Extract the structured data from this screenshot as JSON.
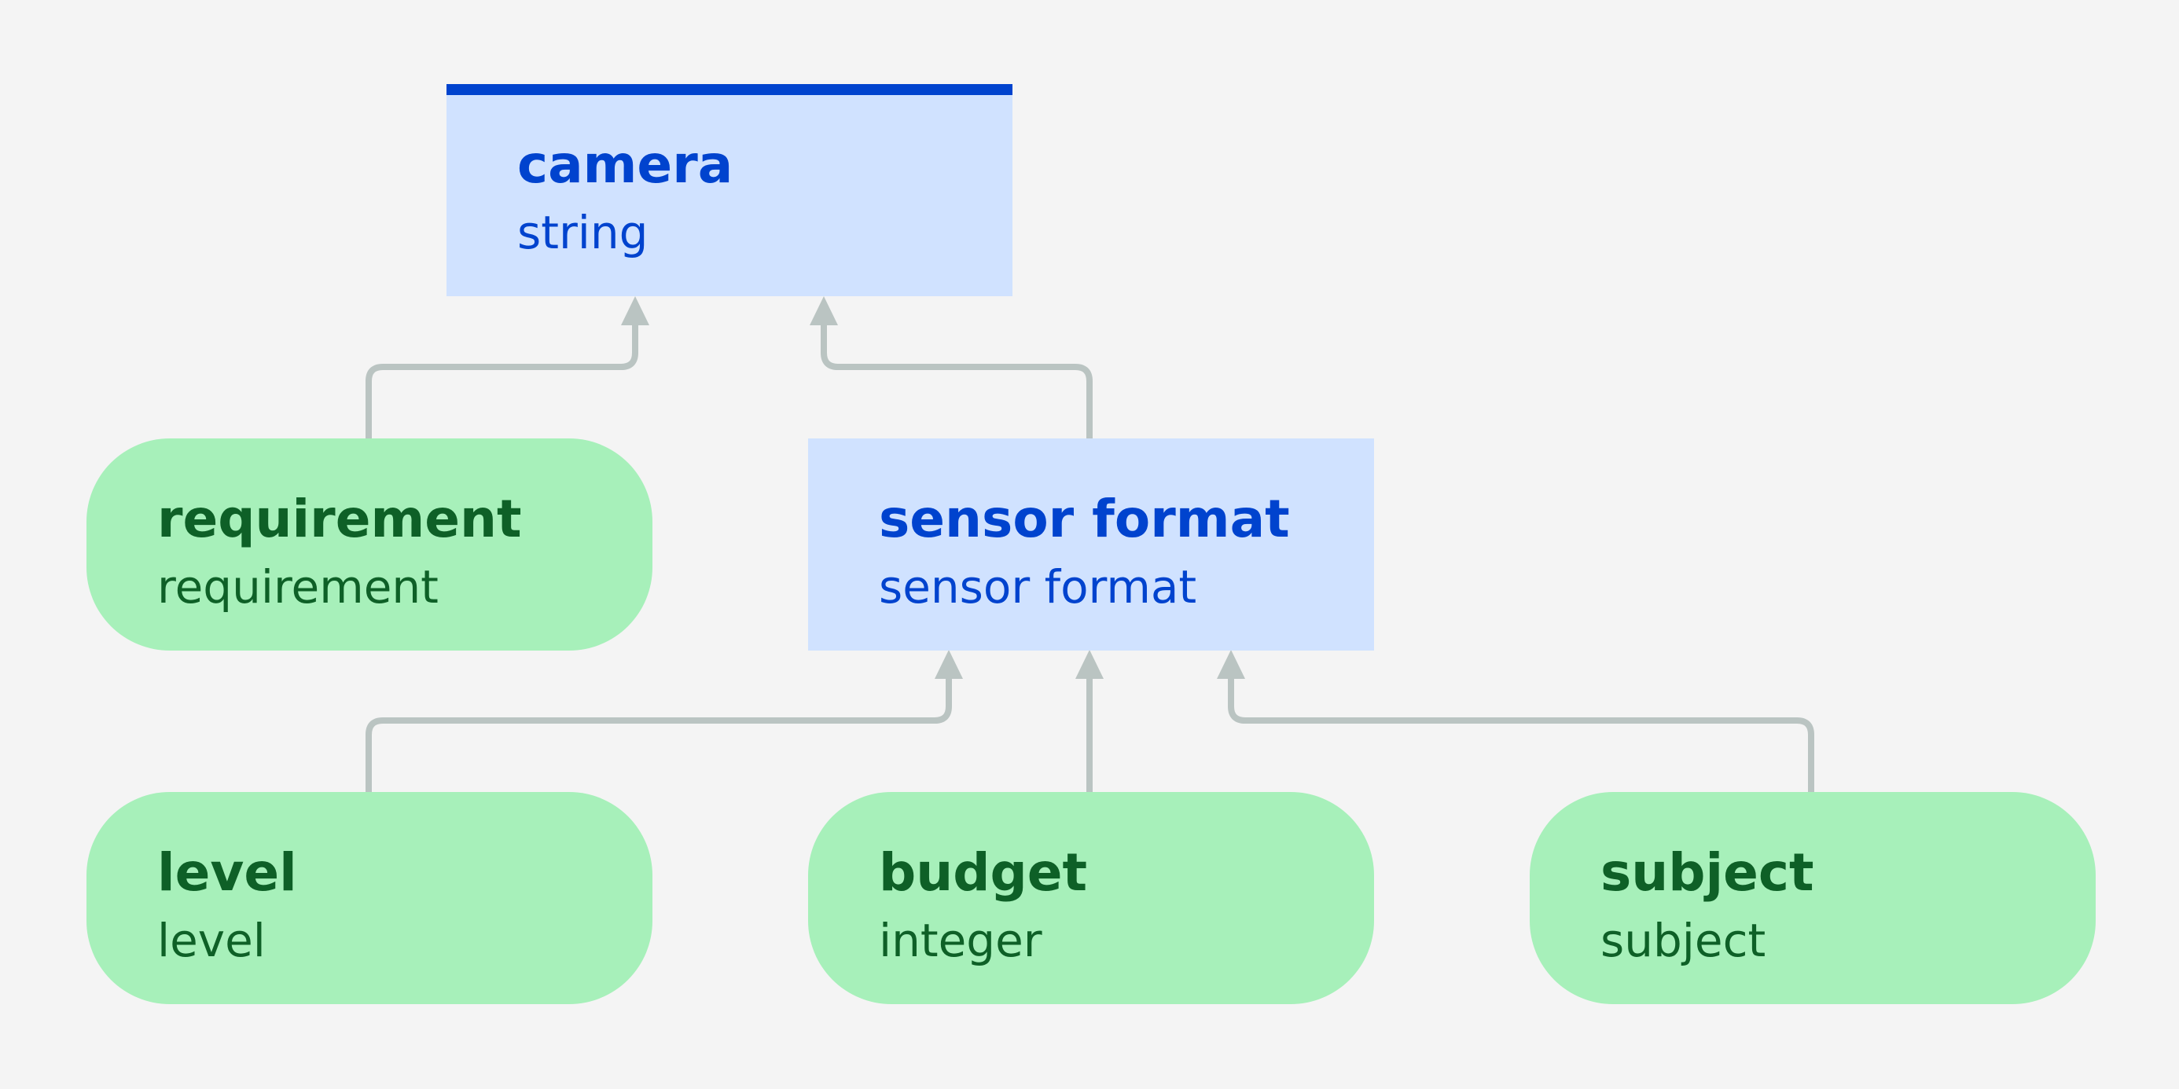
{
  "nodes": {
    "camera": {
      "title": "camera",
      "subtitle": "string"
    },
    "requirement": {
      "title": "requirement",
      "subtitle": "requirement"
    },
    "sensor_format": {
      "title": "sensor format",
      "subtitle": "sensor format"
    },
    "level": {
      "title": "level",
      "subtitle": "level"
    },
    "budget": {
      "title": "budget",
      "subtitle": "integer"
    },
    "subject": {
      "title": "subject",
      "subtitle": "subject"
    }
  },
  "colors": {
    "type_box_fill": "#d0e2ff",
    "type_box_text": "#0043ce",
    "root_accent": "#0043ce",
    "attribute_fill": "#a7f0ba",
    "attribute_text": "#0e6027",
    "edge": "#bac4c2",
    "background": "#f4f4f4"
  }
}
